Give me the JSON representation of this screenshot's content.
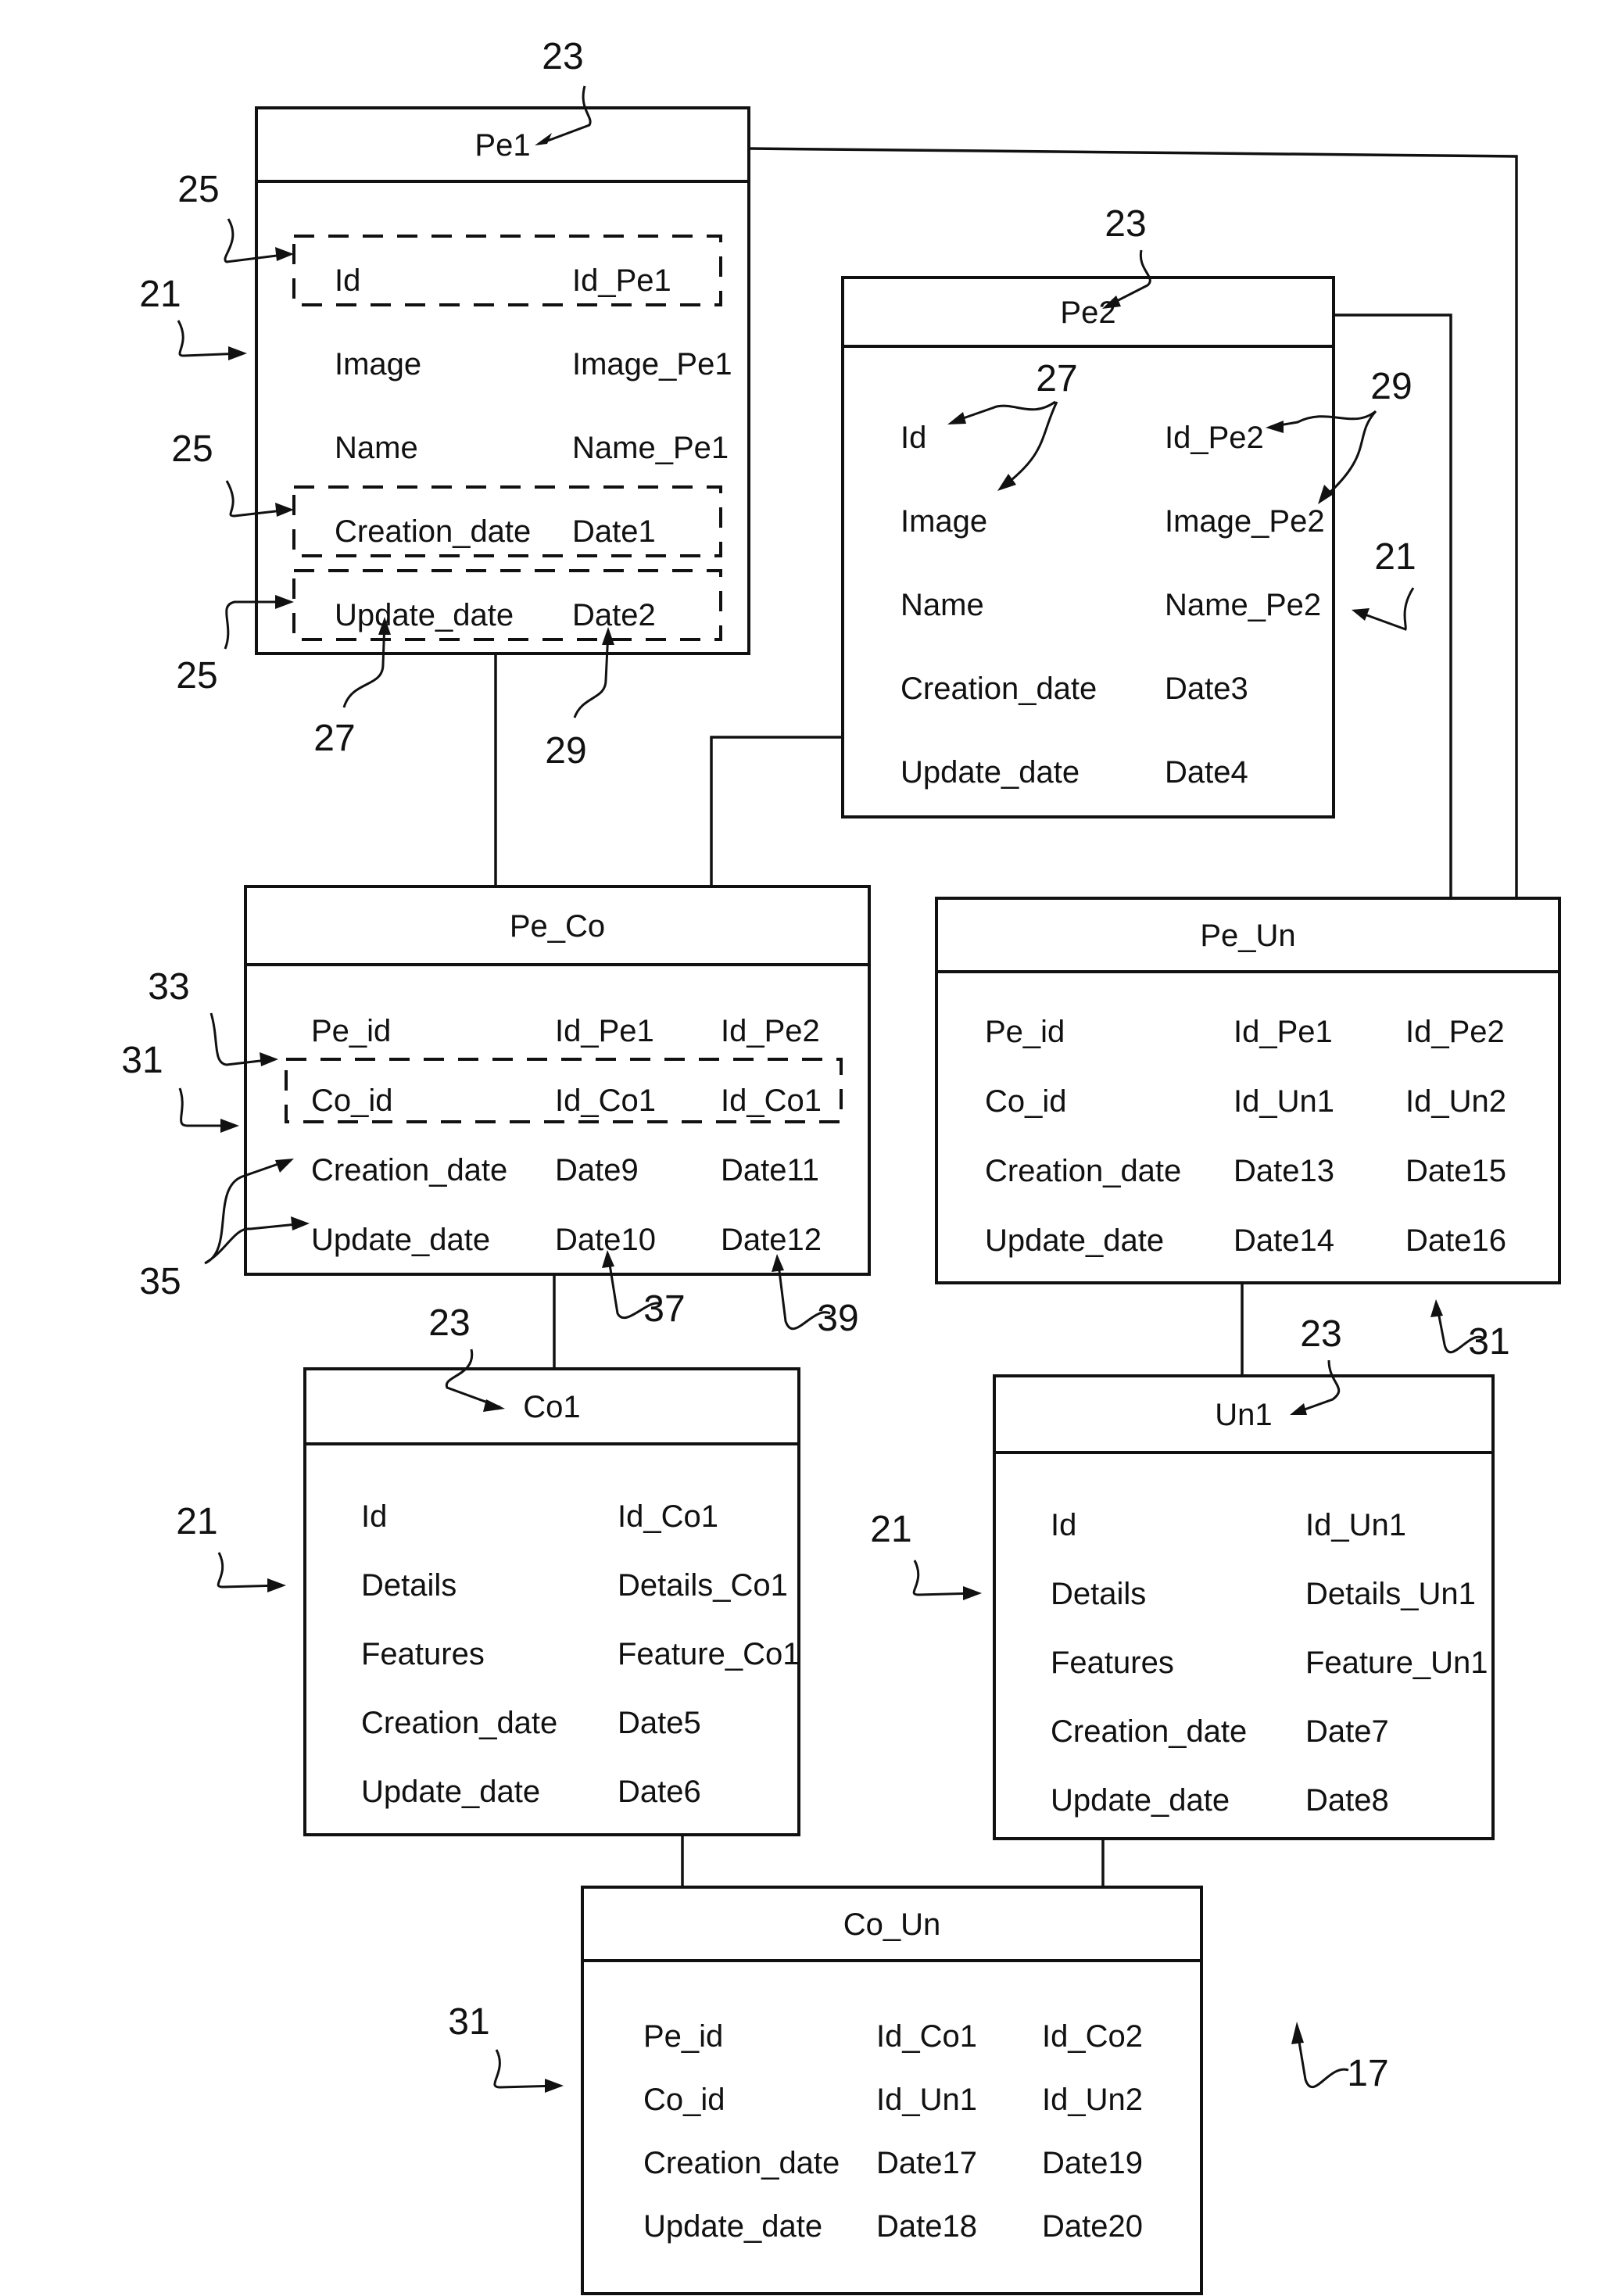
{
  "figure": {
    "reference": "17",
    "colors": {
      "ink": "#111111",
      "paper": "#ffffff"
    }
  },
  "tables": [
    {
      "id": "pe1",
      "title": "Pe1",
      "kind": "entity",
      "rows": [
        [
          "Id",
          "Id_Pe1"
        ],
        [
          "Image",
          "Image_Pe1"
        ],
        [
          "Name",
          "Name_Pe1"
        ],
        [
          "Creation_date",
          "Date1"
        ],
        [
          "Update_date",
          "Date2"
        ]
      ],
      "highlighted_rows": [
        0,
        3,
        4
      ]
    },
    {
      "id": "pe2",
      "title": "Pe2",
      "kind": "entity",
      "rows": [
        [
          "Id",
          "Id_Pe2"
        ],
        [
          "Image",
          "Image_Pe2"
        ],
        [
          "Name",
          "Name_Pe2"
        ],
        [
          "Creation_date",
          "Date3"
        ],
        [
          "Update_date",
          "Date4"
        ]
      ],
      "highlighted_rows": []
    },
    {
      "id": "pe_co",
      "title": "Pe_Co",
      "kind": "association",
      "rows": [
        [
          "Pe_id",
          "Id_Pe1",
          "Id_Pe2"
        ],
        [
          "Co_id",
          "Id_Co1",
          "Id_Co1"
        ],
        [
          "Creation_date",
          "Date9",
          "Date11"
        ],
        [
          "Update_date",
          "Date10",
          "Date12"
        ]
      ],
      "highlighted_rows": [
        1
      ]
    },
    {
      "id": "pe_un",
      "title": "Pe_Un",
      "kind": "association",
      "rows": [
        [
          "Pe_id",
          "Id_Pe1",
          "Id_Pe2"
        ],
        [
          "Co_id",
          "Id_Un1",
          "Id_Un2"
        ],
        [
          "Creation_date",
          "Date13",
          "Date15"
        ],
        [
          "Update_date",
          "Date14",
          "Date16"
        ]
      ],
      "highlighted_rows": []
    },
    {
      "id": "co1",
      "title": "Co1",
      "kind": "entity",
      "rows": [
        [
          "Id",
          "Id_Co1"
        ],
        [
          "Details",
          "Details_Co1"
        ],
        [
          "Features",
          "Feature_Co1"
        ],
        [
          "Creation_date",
          "Date5"
        ],
        [
          "Update_date",
          "Date6"
        ]
      ],
      "highlighted_rows": []
    },
    {
      "id": "un1",
      "title": "Un1",
      "kind": "entity",
      "rows": [
        [
          "Id",
          "Id_Un1"
        ],
        [
          "Details",
          "Details_Un1"
        ],
        [
          "Features",
          "Feature_Un1"
        ],
        [
          "Creation_date",
          "Date7"
        ],
        [
          "Update_date",
          "Date8"
        ]
      ],
      "highlighted_rows": []
    },
    {
      "id": "co_un",
      "title": "Co_Un",
      "kind": "association",
      "rows": [
        [
          "Pe_id",
          "Id_Co1",
          "Id_Co2"
        ],
        [
          "Co_id",
          "Id_Un1",
          "Id_Un2"
        ],
        [
          "Creation_date",
          "Date17",
          "Date19"
        ],
        [
          "Update_date",
          "Date18",
          "Date20"
        ]
      ],
      "highlighted_rows": []
    }
  ],
  "links": [
    {
      "from": "pe1",
      "to": "pe_co"
    },
    {
      "from": "pe2",
      "to": "pe_co"
    },
    {
      "from": "pe1",
      "to": "pe_un"
    },
    {
      "from": "pe2",
      "to": "pe_un"
    },
    {
      "from": "pe_co",
      "to": "co1"
    },
    {
      "from": "pe_un",
      "to": "un1"
    },
    {
      "from": "co1",
      "to": "co_un"
    },
    {
      "from": "un1",
      "to": "co_un"
    }
  ],
  "reference_labels": [
    {
      "id": "r23-pe1",
      "text": "23",
      "meaning": "table name",
      "target": "pe1"
    },
    {
      "id": "r25-a",
      "text": "25",
      "meaning": "record field",
      "target": "pe1"
    },
    {
      "id": "r21-pe1",
      "text": "21",
      "meaning": "entity table",
      "target": "pe1"
    },
    {
      "id": "r25-b",
      "text": "25",
      "meaning": "record field",
      "target": "pe1"
    },
    {
      "id": "r25-c",
      "text": "25",
      "meaning": "record field",
      "target": "pe1"
    },
    {
      "id": "r27-pe1",
      "text": "27",
      "meaning": "attribute name",
      "target": "pe1"
    },
    {
      "id": "r29-pe1",
      "text": "29",
      "meaning": "attribute value",
      "target": "pe1"
    },
    {
      "id": "r23-pe2",
      "text": "23",
      "meaning": "table name",
      "target": "pe2"
    },
    {
      "id": "r27-pe2",
      "text": "27",
      "meaning": "attribute name",
      "target": "pe2"
    },
    {
      "id": "r29-pe2",
      "text": "29",
      "meaning": "attribute value",
      "target": "pe2"
    },
    {
      "id": "r21-pe2",
      "text": "21",
      "meaning": "entity table",
      "target": "pe2"
    },
    {
      "id": "r33",
      "text": "33",
      "meaning": "association record",
      "target": "pe_co"
    },
    {
      "id": "r31-peco",
      "text": "31",
      "meaning": "association table",
      "target": "pe_co"
    },
    {
      "id": "r35",
      "text": "35",
      "meaning": "date fields",
      "target": "pe_co"
    },
    {
      "id": "r37",
      "text": "37",
      "meaning": "first value column",
      "target": "pe_co"
    },
    {
      "id": "r39",
      "text": "39",
      "meaning": "second value column",
      "target": "pe_co"
    },
    {
      "id": "r31-peun",
      "text": "31",
      "meaning": "association table",
      "target": "pe_un"
    },
    {
      "id": "r23-co1",
      "text": "23",
      "meaning": "table name",
      "target": "co1"
    },
    {
      "id": "r21-co1",
      "text": "21",
      "meaning": "entity table",
      "target": "co1"
    },
    {
      "id": "r23-un1",
      "text": "23",
      "meaning": "table name",
      "target": "un1"
    },
    {
      "id": "r21-un1",
      "text": "21",
      "meaning": "entity table",
      "target": "un1"
    },
    {
      "id": "r31-coun",
      "text": "31",
      "meaning": "association table",
      "target": "co_un"
    },
    {
      "id": "r17",
      "text": "17",
      "meaning": "database",
      "target": "figure"
    }
  ]
}
